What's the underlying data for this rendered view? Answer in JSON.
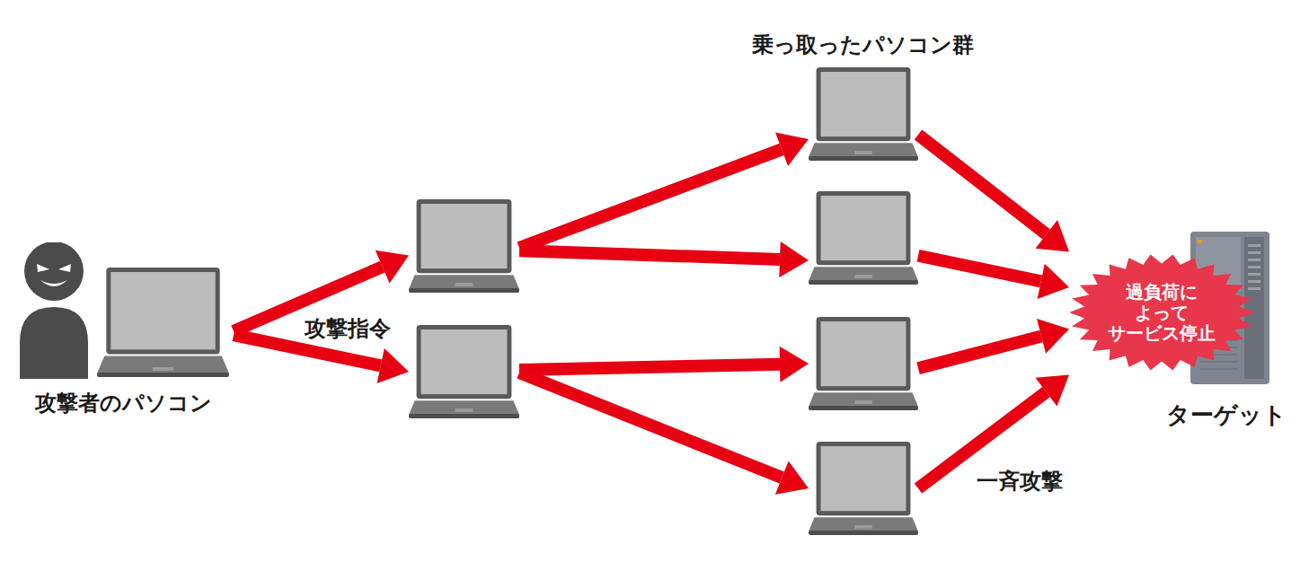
{
  "diagram": {
    "nodes": [
      {
        "text": [
          "攻撃者のパソコン"
        ]
      },
      {
        "text": []
      },
      {
        "text": []
      },
      {
        "text": []
      },
      {
        "text": []
      },
      {
        "text": []
      },
      {
        "text": []
      },
      {
        "text": [
          "ターゲット"
        ]
      },
      {
        "text": [
          "過負荷に よって サービス停止"
        ],
        "in": 7
      }
    ],
    "edges": [
      {
        "from": 0,
        "to": 1,
        "arrow": "to"
      },
      {
        "from": 0,
        "to": 2,
        "arrow": "to"
      },
      {
        "from": 1,
        "to": 3,
        "arrow": "to"
      },
      {
        "from": 1,
        "to": 4,
        "arrow": "to"
      },
      {
        "from": 2,
        "to": 5,
        "arrow": "to"
      },
      {
        "from": 2,
        "to": 6,
        "arrow": "to"
      },
      {
        "from": 3,
        "to": 7,
        "arrow": "to"
      },
      {
        "from": 4,
        "to": 7,
        "arrow": "to"
      },
      {
        "from": 5,
        "to": 7,
        "arrow": "to"
      },
      {
        "from": 6,
        "to": 7,
        "arrow": "to"
      }
    ],
    "labels": [
      "乗っ取ったパソコン群",
      "攻撃指令",
      "一斉攻撃"
    ]
  }
}
